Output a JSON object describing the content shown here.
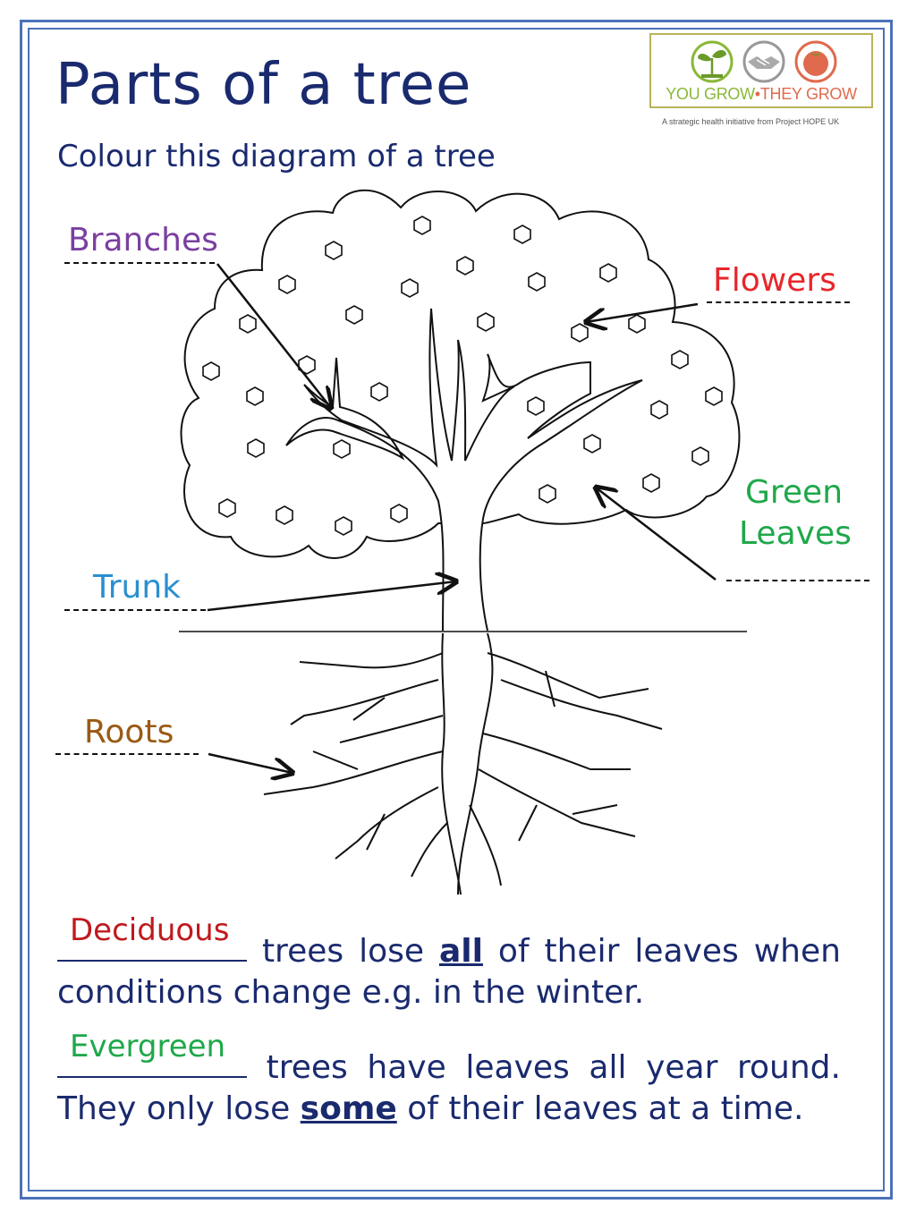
{
  "title": "Parts of a tree",
  "subtitle": "Colour this diagram of a tree",
  "logo": {
    "text_part1": "YOU GROW",
    "separator": "•",
    "text_part2": "THEY GROW",
    "tagline": "A strategic health initiative from Project HOPE UK",
    "icons": [
      "sprout-icon",
      "handshake-icon",
      "tomato-icon"
    ]
  },
  "labels": {
    "branches": "Branches",
    "flowers": "Flowers",
    "green_leaves_line1": "Green",
    "green_leaves_line2": "Leaves",
    "trunk": "Trunk",
    "roots": "Roots"
  },
  "colors": {
    "title": "#1a2a6e",
    "frame": "#4b72b8",
    "branches": "#7b3fa0",
    "flowers": "#e8262a",
    "green_leaves": "#1fa84a",
    "trunk": "#2a8fd0",
    "roots": "#9a5a14",
    "deciduous": "#c0191d",
    "evergreen": "#1fa84a"
  },
  "paragraph1": {
    "fill_word": "Deciduous",
    "words_line1": [
      "trees",
      "lose",
      "all",
      "of",
      "their",
      "leaves",
      "when"
    ],
    "emphasis": "all",
    "line2": "conditions change e.g. in the winter."
  },
  "paragraph2": {
    "fill_word": "Evergreen",
    "words_line1": [
      "trees",
      "have",
      "leaves",
      "all",
      "year",
      "round."
    ],
    "line2_before": "They only lose ",
    "emphasis": "some",
    "line2_after": " of their leaves at a time."
  }
}
